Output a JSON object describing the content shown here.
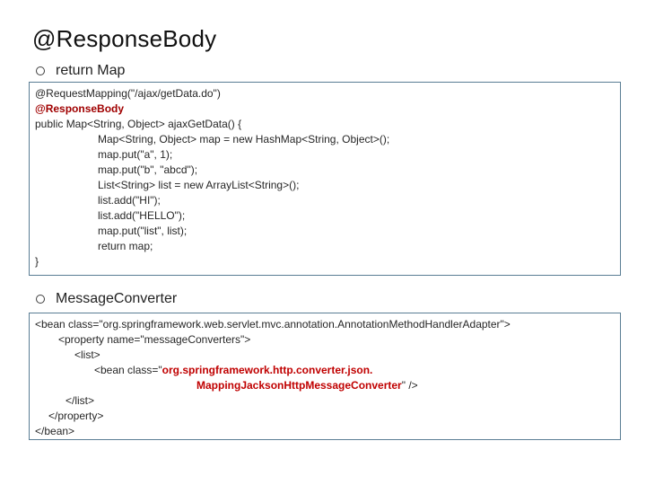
{
  "slide": {
    "title": "@ResponseBody"
  },
  "bullets": [
    {
      "label": "return Map"
    },
    {
      "label": "MessageConverter"
    }
  ],
  "colors": {
    "box_border": "#5a7d94",
    "accent_red_block1": "#a00000",
    "accent_red_block2": "#c00000",
    "text": "#262626"
  },
  "code_blocks": [
    {
      "id": "return-map-code",
      "lines": [
        {
          "indent": 0,
          "segments": [
            {
              "text": "@RequestMapping(\"/ajax/getData.do\")",
              "style": "plain"
            }
          ]
        },
        {
          "indent": 0,
          "segments": [
            {
              "text": "@ResponseBody",
              "style": "red-bold",
              "color": "#a00000"
            }
          ]
        },
        {
          "indent": 0,
          "segments": [
            {
              "text": "public Map<String, Object> ajaxGetData() {",
              "style": "plain"
            }
          ]
        },
        {
          "indent": 70,
          "segments": [
            {
              "text": "Map<String, Object> map = new HashMap<String, Object>();",
              "style": "plain"
            }
          ]
        },
        {
          "indent": 70,
          "segments": [
            {
              "text": "map.put(\"a\", 1);",
              "style": "plain"
            }
          ]
        },
        {
          "indent": 70,
          "segments": [
            {
              "text": "map.put(\"b\", \"abcd\");",
              "style": "plain"
            }
          ]
        },
        {
          "indent": 70,
          "segments": [
            {
              "text": "List<String> list = new ArrayList<String>();",
              "style": "plain"
            }
          ]
        },
        {
          "indent": 70,
          "segments": [
            {
              "text": "list.add(\"HI\");",
              "style": "plain"
            }
          ]
        },
        {
          "indent": 70,
          "segments": [
            {
              "text": "list.add(\"HELLO\");",
              "style": "plain"
            }
          ]
        },
        {
          "indent": 70,
          "segments": [
            {
              "text": "map.put(\"list\", list);",
              "style": "plain"
            }
          ]
        },
        {
          "indent": 70,
          "segments": [
            {
              "text": "return map;",
              "style": "plain"
            }
          ]
        },
        {
          "indent": 0,
          "segments": [
            {
              "text": "}",
              "style": "plain"
            }
          ]
        }
      ]
    },
    {
      "id": "message-converter-code",
      "lines": [
        {
          "indent": 0,
          "segments": [
            {
              "text": "<bean class=\"org.springframework.web.servlet.mvc.annotation.AnnotationMethodHandlerAdapter\">",
              "style": "plain"
            }
          ]
        },
        {
          "indent": 26,
          "segments": [
            {
              "text": "<property name=\"messageConverters\">",
              "style": "plain"
            }
          ]
        },
        {
          "indent": 44,
          "segments": [
            {
              "text": "<list>",
              "style": "plain"
            }
          ]
        },
        {
          "indent": 66,
          "segments": [
            {
              "text": "<bean class=\"",
              "style": "plain"
            },
            {
              "text": "org.springframework.http.converter.json.",
              "style": "red-bold",
              "color": "#c00000"
            }
          ]
        },
        {
          "indent": 180,
          "segments": [
            {
              "text": "MappingJacksonHttpMessageConverter",
              "style": "red-bold",
              "color": "#c00000"
            },
            {
              "text": "\" />",
              "style": "plain"
            }
          ]
        },
        {
          "indent": 34,
          "segments": [
            {
              "text": "</list>",
              "style": "plain"
            }
          ]
        },
        {
          "indent": 15,
          "segments": [
            {
              "text": "</property>",
              "style": "plain"
            }
          ]
        },
        {
          "indent": 0,
          "segments": [
            {
              "text": "</bean>",
              "style": "plain"
            }
          ]
        }
      ]
    }
  ]
}
